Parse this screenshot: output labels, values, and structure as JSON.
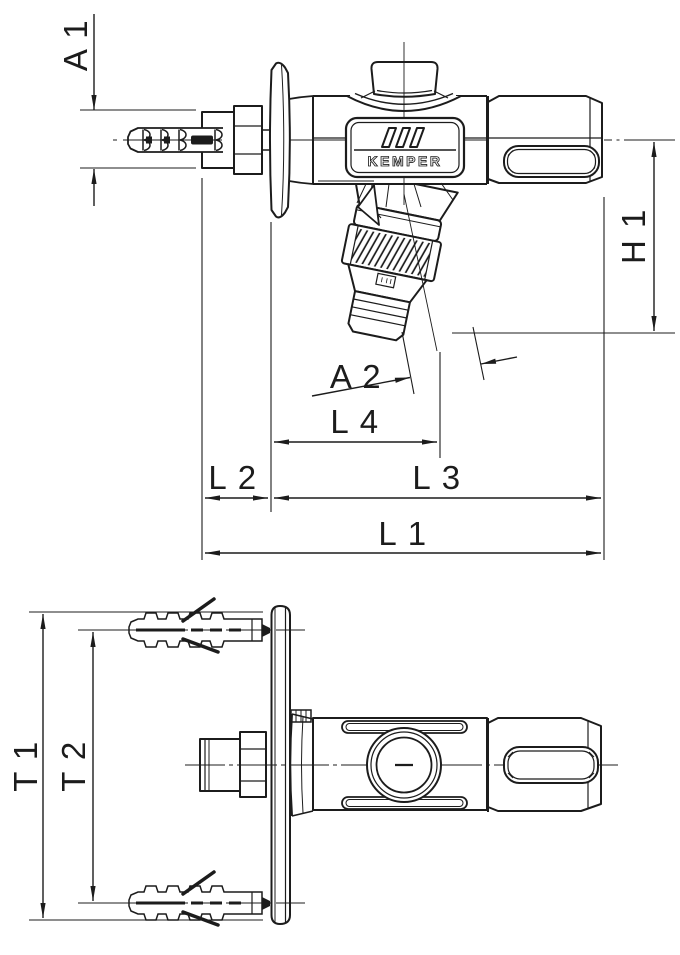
{
  "drawing": {
    "brand": {
      "name": "KEMPER",
      "logo_icon": "three-slanted-bars-icon"
    },
    "colors": {
      "line": "#1c1c1c",
      "background": "#ffffff"
    },
    "labels": {
      "a1": "A 1",
      "a2": "A 2",
      "h1": "H 1",
      "l1": "L 1",
      "l2": "L 2",
      "l3": "L 3",
      "l4": "L 4",
      "t1": "T 1",
      "t2": "T 2"
    }
  }
}
